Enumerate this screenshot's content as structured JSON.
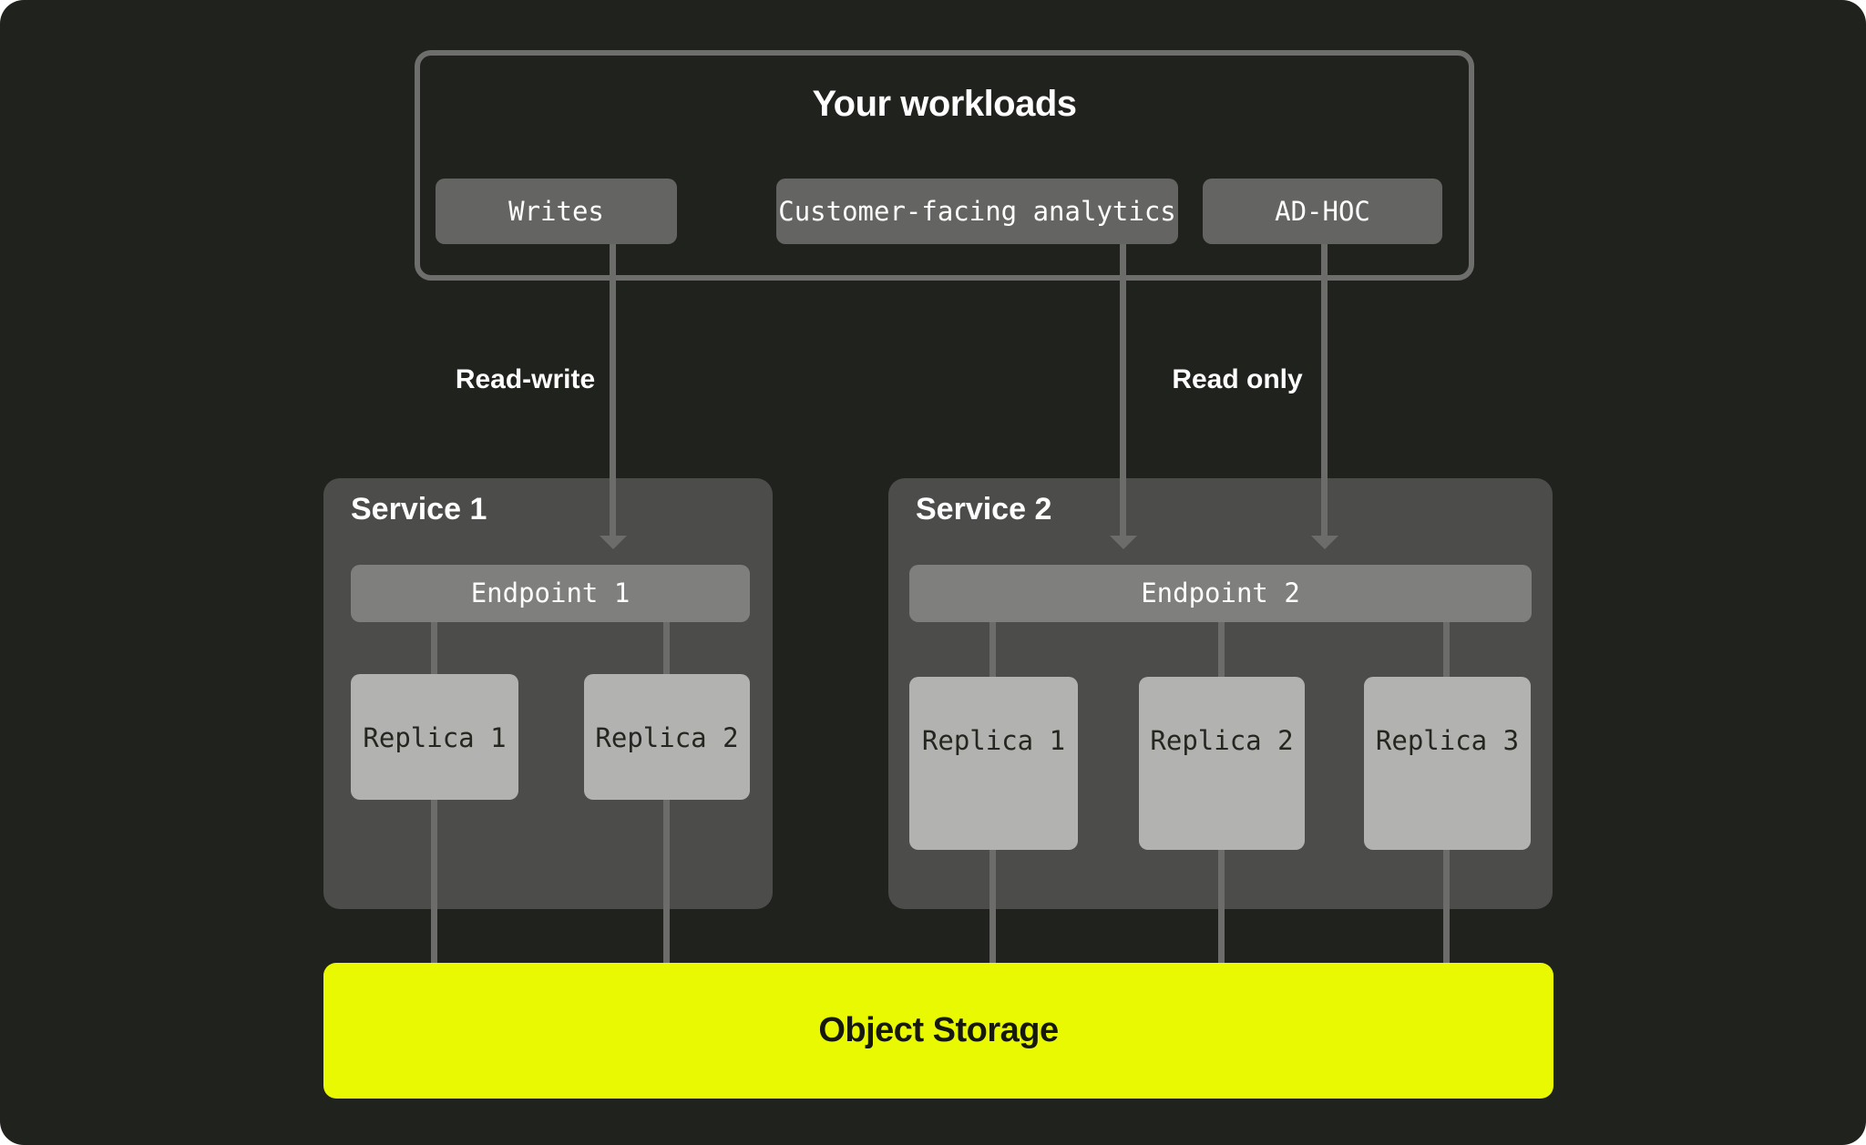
{
  "workloads": {
    "title": "Your workloads",
    "buttons": [
      {
        "label": "Writes"
      },
      {
        "label": "Customer-facing analytics"
      },
      {
        "label": "AD-HOC"
      }
    ]
  },
  "flows": {
    "read_write": "Read-write",
    "read_only": "Read only"
  },
  "services": [
    {
      "title": "Service 1",
      "endpoint": "Endpoint 1",
      "replicas": [
        {
          "label": "Replica 1"
        },
        {
          "label": "Replica 2"
        }
      ]
    },
    {
      "title": "Service 2",
      "endpoint": "Endpoint 2",
      "replicas": [
        {
          "label": "Replica 1"
        },
        {
          "label": "Replica 2"
        },
        {
          "label": "Replica 3"
        }
      ]
    }
  ],
  "storage": {
    "label": "Object Storage"
  },
  "colors": {
    "background": "#20221d",
    "page": "#ffffff",
    "box_border": "#6e6e6c",
    "button_fill": "#646462",
    "service_fill": "#4c4c4a",
    "endpoint_fill": "#7f7f7d",
    "replica_fill": "#b2b2b0",
    "connector": "#6c6c6a",
    "storage_fill": "#e9f902",
    "text_light": "#ffffff",
    "text_dark": "#24261f"
  }
}
